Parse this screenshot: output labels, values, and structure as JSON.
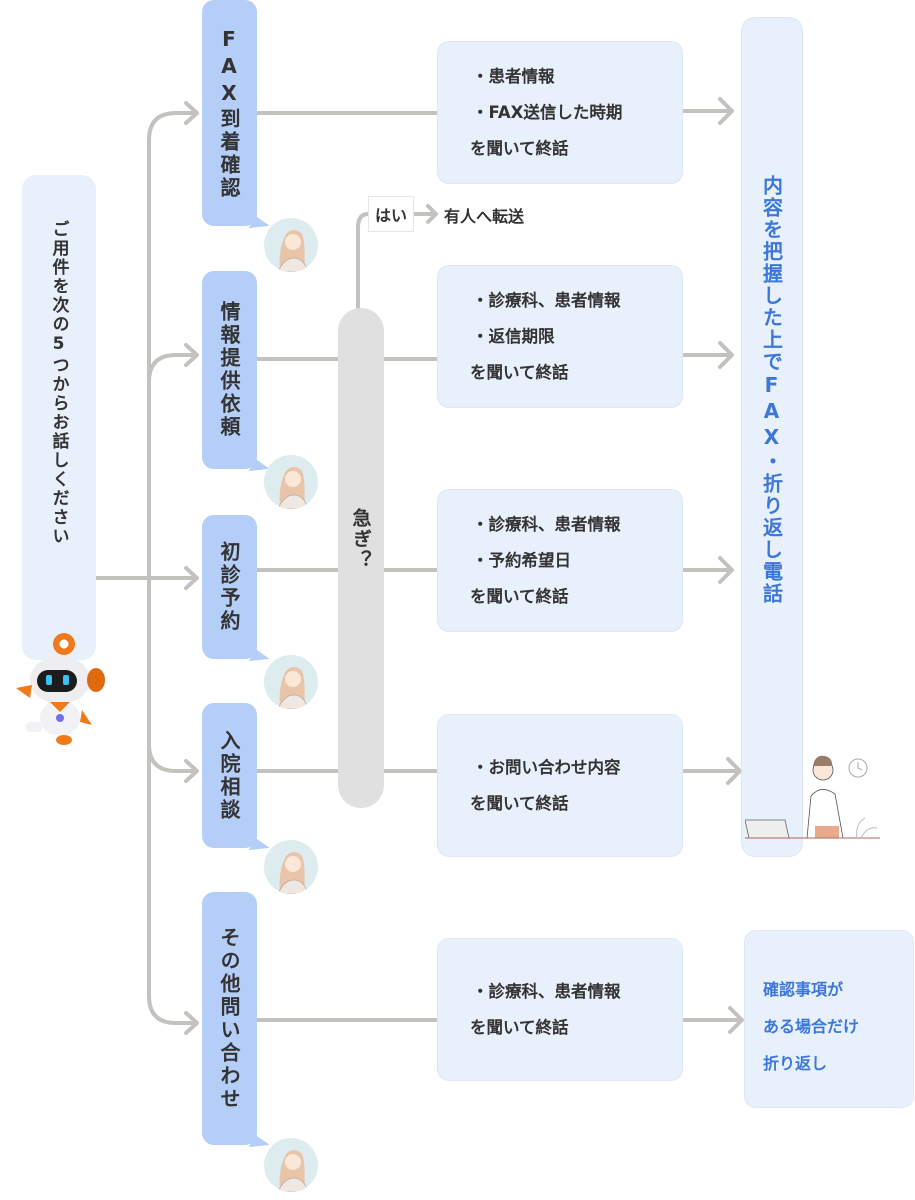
{
  "intro": {
    "text": "ご用件を次の5つからお話しください",
    "mascot": "robot-mascot"
  },
  "categories": [
    {
      "label": "FAX到着確認"
    },
    {
      "label": "情報提供依頼"
    },
    {
      "label": "初診予約"
    },
    {
      "label": "入院相談"
    },
    {
      "label": "その他問い合わせ"
    }
  ],
  "urgent": {
    "label": "急ぎ？",
    "yes_label": "はい",
    "yes_action": "有人へ転送"
  },
  "info_boxes": [
    {
      "lines": [
        "・患者情報",
        "・FAX送信した時期"
      ],
      "end": "を聞いて終話"
    },
    {
      "lines": [
        "・診療科、患者情報",
        "・返信期限"
      ],
      "end": "を聞いて終話"
    },
    {
      "lines": [
        "・診療科、患者情報",
        "・予約希望日"
      ],
      "end": "を聞いて終話"
    },
    {
      "lines": [
        "・お問い合わせ内容"
      ],
      "end": "を聞いて終話"
    },
    {
      "lines": [
        "・診療科、患者情報"
      ],
      "end": "を聞いて終話"
    }
  ],
  "results": {
    "main": "内容を把握した上でFAX・折り返し電話",
    "other_lines": [
      "確認事項が",
      "ある場合だけ",
      "折り返し"
    ]
  },
  "colors": {
    "category_fill": "#b4cef8",
    "box_fill": "#e8f0fc",
    "accent_text": "#3d78d8",
    "connector": "#c4c2bf",
    "urgent_fill": "#e0e0e0"
  }
}
